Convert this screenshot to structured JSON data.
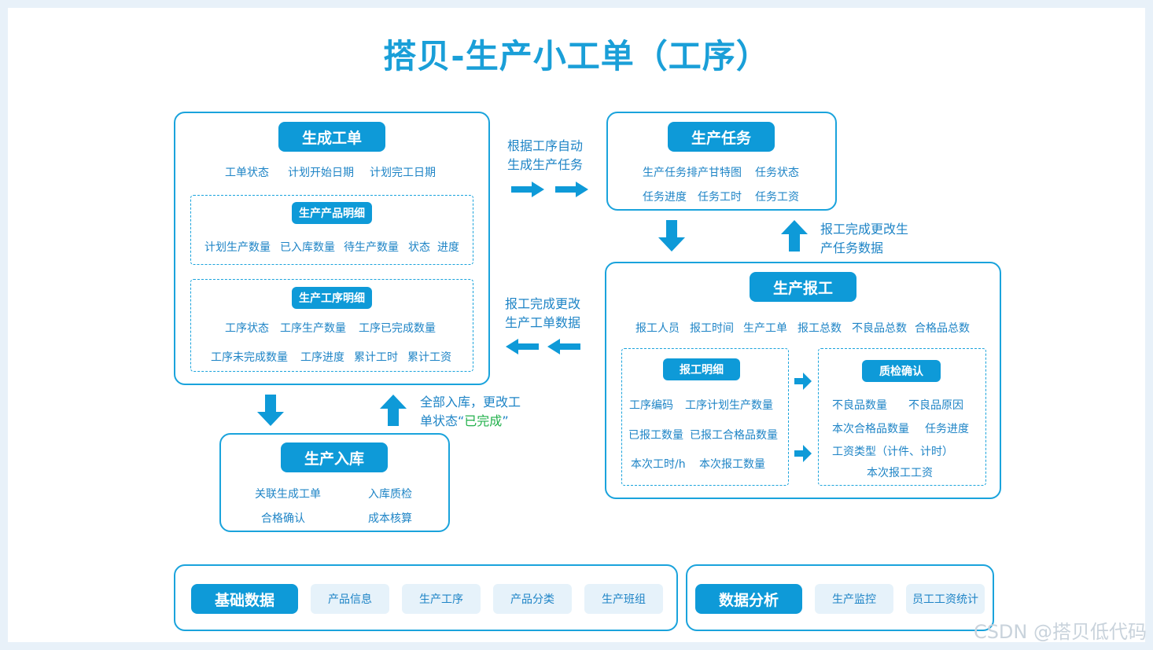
{
  "title": "搭贝-生产小工单（工序）",
  "work_order": {
    "header": "生成工单",
    "fields": [
      "工单状态",
      "计划开始日期",
      "计划完工日期"
    ],
    "product_detail": {
      "header": "生产产品明细",
      "fields": [
        "计划生产数量",
        "已入库数量",
        "待生产数量",
        "状态",
        "进度"
      ]
    },
    "process_detail": {
      "header": "生产工序明细",
      "row1": [
        "工序状态",
        "工序生产数量",
        "工序已完成数量"
      ],
      "row2": [
        "工序未完成数量",
        "工序进度",
        "累计工时",
        "累计工资"
      ]
    }
  },
  "notes": {
    "auto_task_line1": "根据工序自动",
    "auto_task_line2": "生成生产任务",
    "report_update_order_line1": "报工完成更改",
    "report_update_order_line2": "生产工单数据",
    "report_update_task_line1": "报工完成更改生",
    "report_update_task_line2": "产任务数据",
    "stock_in_line1": "全部入库，更改工",
    "stock_in_line2_prefix": "单状态“",
    "stock_in_line2_status": "已完成",
    "stock_in_line2_suffix": "”"
  },
  "production_task": {
    "header": "生产任务",
    "row1": [
      "生产任务排产甘特图",
      "任务状态"
    ],
    "row2": [
      "任务进度",
      "任务工时",
      "任务工资"
    ]
  },
  "production_report": {
    "header": "生产报工",
    "fields": [
      "报工人员",
      "报工时间",
      "生产工单",
      "报工总数",
      "不良品总数",
      "合格品总数"
    ],
    "report_detail": {
      "header": "报工明细",
      "row1": [
        "工序编码",
        "工序计划生产数量"
      ],
      "row2": [
        "已报工数量",
        "已报工合格品数量"
      ],
      "row3": [
        "本次工时/h",
        "本次报工数量"
      ]
    },
    "quality_check": {
      "header": "质检确认",
      "row1": [
        "不良品数量",
        "不良品原因"
      ],
      "row2": [
        "本次合格品数量",
        "任务进度"
      ],
      "row3": "工资类型（计件、计时）",
      "row4": "本次报工工资"
    }
  },
  "stock_in": {
    "header": "生产入库",
    "row1": [
      "关联生成工单",
      "入库质检"
    ],
    "row2": [
      "合格确认",
      "成本核算"
    ]
  },
  "basic_data": {
    "header": "基础数据",
    "items": [
      "产品信息",
      "生产工序",
      "产品分类",
      "生产班组"
    ]
  },
  "data_analysis": {
    "header": "数据分析",
    "items": [
      "生产监控",
      "员工工资统计"
    ]
  },
  "watermark": "CSDN @搭贝低代码",
  "colors": {
    "primary": "#0e9ad8",
    "text": "#1e84c6",
    "border": "#1aa3dc",
    "chip_bg": "#e6f2fa",
    "highlight": "#21b04b"
  }
}
